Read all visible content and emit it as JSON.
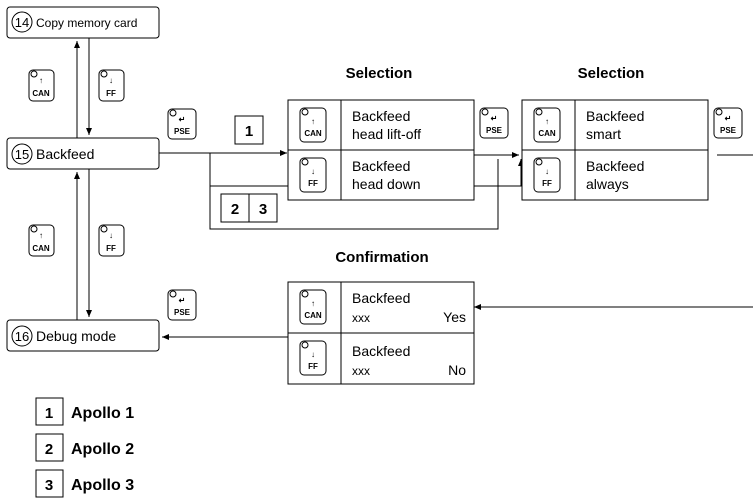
{
  "menu_items": [
    {
      "number": "14",
      "label": "Copy memory card"
    },
    {
      "number": "15",
      "label": "Backfeed"
    },
    {
      "number": "16",
      "label": "Debug mode"
    }
  ],
  "keys": {
    "can": "CAN",
    "ff": "FF",
    "pse": "PSE"
  },
  "headings": {
    "selection_1": "Selection",
    "selection_2": "Selection",
    "confirmation": "Confirmation"
  },
  "selection_1": {
    "option_top": [
      "Backfeed",
      "head lift-off"
    ],
    "option_bottom": [
      "Backfeed",
      "head down"
    ]
  },
  "selection_2": {
    "option_top": [
      "Backfeed",
      "smart"
    ],
    "option_bottom": [
      "Backfeed",
      "always"
    ]
  },
  "confirmation": {
    "option_top": {
      "line1": "Backfeed",
      "line2": "xxx",
      "value": "Yes"
    },
    "option_bottom": {
      "line1": "Backfeed",
      "line2": "xxx",
      "value": "No"
    }
  },
  "path_tags": {
    "apollo1": "1",
    "apollo2": "2",
    "apollo3": "3"
  },
  "legend": [
    {
      "number": "1",
      "label": "Apollo 1"
    },
    {
      "number": "2",
      "label": "Apollo 2"
    },
    {
      "number": "3",
      "label": "Apollo 3"
    }
  ]
}
